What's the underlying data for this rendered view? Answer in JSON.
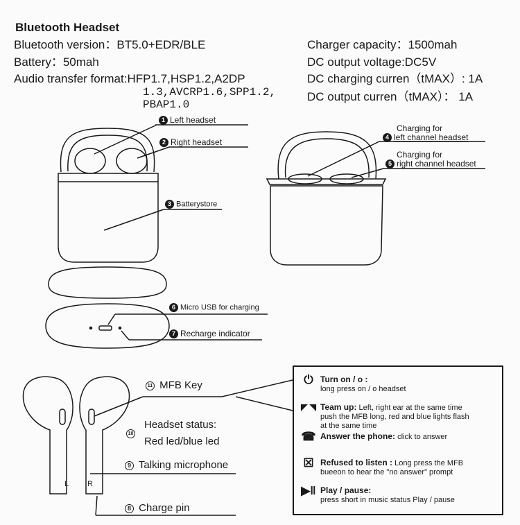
{
  "heading": "Bluetooth Headset",
  "specs_left": [
    "Bluetooth version：BT5.0+EDR/BLE",
    "Battery：50mah",
    "Audio transfer format:HFP1.7,HSP1.2,A2DP"
  ],
  "specs_left_cont": [
    "1.3,AVCRP1.6,SPP1.2,",
    "PBAP1.0"
  ],
  "specs_right": [
    "Charger capacity：1500mah",
    "DC output voltage:DC5V",
    "DC charging curren（tMAX）: 1A",
    "DC output curren（tMAX）：   1A"
  ],
  "callouts": {
    "c1": {
      "num": "1",
      "text": "Left headset"
    },
    "c2": {
      "num": "2",
      "text": "Right headset"
    },
    "c3": {
      "num": "3",
      "text": "Batterystore"
    },
    "c4": {
      "num": "4",
      "line1": "Charging for",
      "line2": "left channel headset"
    },
    "c5": {
      "num": "5",
      "line1": "Charging for",
      "line2": "right channel headset"
    },
    "c6": {
      "num": "6",
      "text": "Micro USB for charging"
    },
    "c7": {
      "num": "7",
      "text": "Recharge indicator"
    },
    "c8": {
      "num": "8",
      "text": "Charge pin"
    },
    "c9": {
      "num": "9",
      "text": "Talking microphone"
    },
    "c10": {
      "num": "10",
      "line1": "Headset status:",
      "line2": "Red led/blue led"
    },
    "c11": {
      "num": "11",
      "text": "MFB Key"
    }
  },
  "earbud_marks": {
    "left": "L",
    "right": "R"
  },
  "functions": [
    {
      "icon": "power-icon",
      "title": "Turn on / o :",
      "desc": "long press on / o  headset"
    },
    {
      "icon": "team-up-icon",
      "title": "Team up:",
      "desc": "Left, right ear at the same time",
      "desc2": "push the MFB long, red and blue lights flash",
      "desc3": "at the same time"
    },
    {
      "icon": "phone-icon",
      "title": "Answer the phone:",
      "desc": "click to answer"
    },
    {
      "icon": "hangup-icon",
      "title": "Refused to listen :",
      "desc": "Long press the MFB",
      "desc2": "bueeon to hear the \"no answer\" prompt"
    },
    {
      "icon": "play-pause-icon",
      "title": "Play / pause:",
      "desc": "press short in music status Play / pause"
    }
  ]
}
